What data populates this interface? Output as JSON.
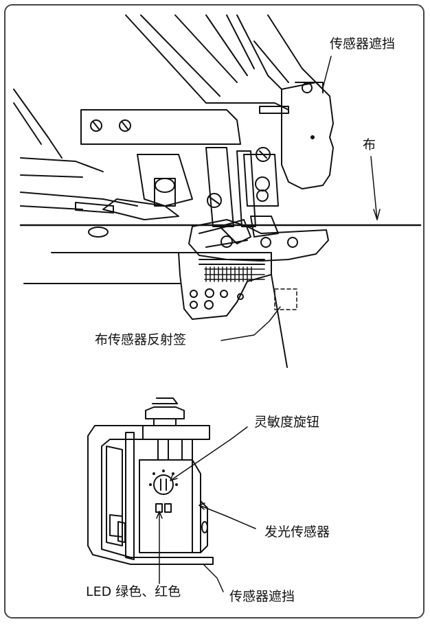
{
  "labels": {
    "sensor_shield_top": "传感器遮挡",
    "cloth": "布",
    "cloth_sensor_reflector": "布传感器反射签",
    "sensitivity_knob": "灵敏度旋钮",
    "light_emitting_sensor": "发光传感器",
    "led_colors": "LED 绿色、红色",
    "sensor_shield_bottom": "传感器遮挡"
  }
}
